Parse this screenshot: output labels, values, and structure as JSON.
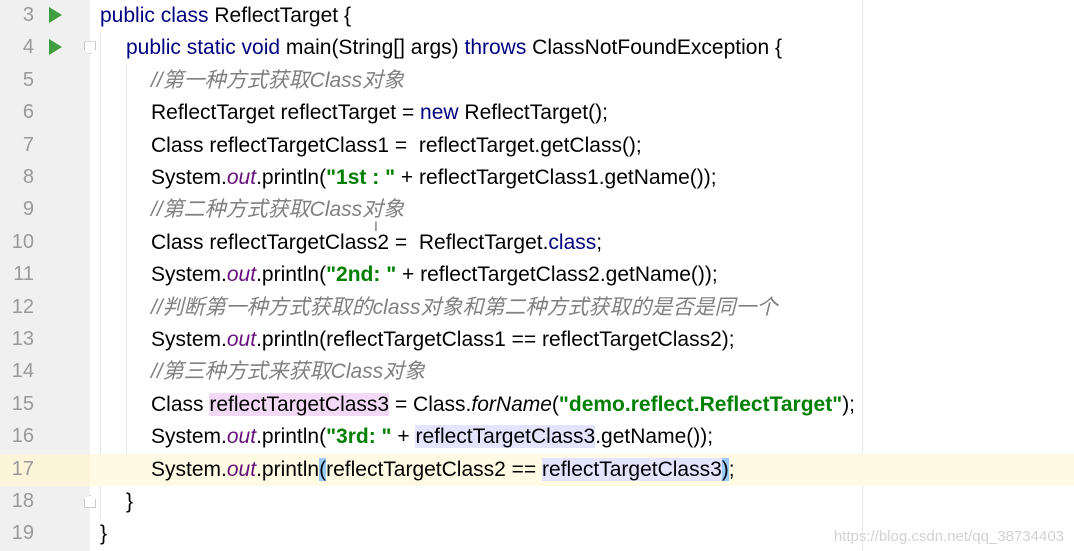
{
  "editor": {
    "lines": [
      {
        "num": "3",
        "run": true,
        "fold": "",
        "indent": 100,
        "current": false,
        "segments": [
          {
            "t": "kw",
            "v": "public class "
          },
          {
            "t": "",
            "v": "ReflectTarget {"
          }
        ]
      },
      {
        "num": "4",
        "run": true,
        "fold": "down",
        "indent": 126,
        "current": false,
        "segments": [
          {
            "t": "kw",
            "v": "public static void "
          },
          {
            "t": "",
            "v": "main(String[] args) "
          },
          {
            "t": "kw",
            "v": "throws "
          },
          {
            "t": "",
            "v": "ClassNotFoundException {"
          }
        ]
      },
      {
        "num": "5",
        "run": false,
        "fold": "",
        "indent": 151,
        "current": false,
        "segments": [
          {
            "t": "cm",
            "v": "//第一种方式获取Class对象"
          }
        ]
      },
      {
        "num": "6",
        "run": false,
        "fold": "",
        "indent": 151,
        "current": false,
        "segments": [
          {
            "t": "",
            "v": "ReflectTarget reflectTarget = "
          },
          {
            "t": "kw",
            "v": "new "
          },
          {
            "t": "",
            "v": "ReflectTarget();"
          }
        ]
      },
      {
        "num": "7",
        "run": false,
        "fold": "",
        "indent": 151,
        "current": false,
        "segments": [
          {
            "t": "",
            "v": "Class reflectTargetClass1 =  reflectTarget.getClass();"
          }
        ]
      },
      {
        "num": "8",
        "run": false,
        "fold": "",
        "indent": 151,
        "current": false,
        "segments": [
          {
            "t": "",
            "v": "System."
          },
          {
            "t": "fld",
            "v": "out"
          },
          {
            "t": "",
            "v": ".println("
          },
          {
            "t": "str",
            "v": "\"1st : \""
          },
          {
            "t": "",
            "v": " + reflectTargetClass1.getName());"
          }
        ]
      },
      {
        "num": "9",
        "run": false,
        "fold": "",
        "indent": 151,
        "current": false,
        "segments": [
          {
            "t": "cm",
            "v": "//第二种方式获取Class对象"
          }
        ]
      },
      {
        "num": "10",
        "run": false,
        "fold": "",
        "indent": 151,
        "current": false,
        "segments": [
          {
            "t": "",
            "v": "Class reflectTargetClass2 =  ReflectTarget."
          },
          {
            "t": "kw",
            "v": "class"
          },
          {
            "t": "",
            "v": ";"
          }
        ]
      },
      {
        "num": "11",
        "run": false,
        "fold": "",
        "indent": 151,
        "current": false,
        "segments": [
          {
            "t": "",
            "v": "System."
          },
          {
            "t": "fld",
            "v": "out"
          },
          {
            "t": "",
            "v": ".println("
          },
          {
            "t": "str",
            "v": "\"2nd: \""
          },
          {
            "t": "",
            "v": " + reflectTargetClass2.getName());"
          }
        ]
      },
      {
        "num": "12",
        "run": false,
        "fold": "",
        "indent": 151,
        "current": false,
        "segments": [
          {
            "t": "cm",
            "v": "//判断第一种方式获取的class对象和第二种方式获取的是否是同一个"
          }
        ]
      },
      {
        "num": "13",
        "run": false,
        "fold": "",
        "indent": 151,
        "current": false,
        "segments": [
          {
            "t": "",
            "v": "System."
          },
          {
            "t": "fld",
            "v": "out"
          },
          {
            "t": "",
            "v": ".println(reflectTargetClass1 == reflectTargetClass2);"
          }
        ]
      },
      {
        "num": "14",
        "run": false,
        "fold": "",
        "indent": 151,
        "current": false,
        "segments": [
          {
            "t": "cm",
            "v": "//第三种方式来获取Class对象"
          }
        ]
      },
      {
        "num": "15",
        "run": false,
        "fold": "",
        "indent": 151,
        "current": false,
        "segments": [
          {
            "t": "",
            "v": "Class "
          },
          {
            "t": "hl-pink",
            "v": "reflectTargetClass3"
          },
          {
            "t": "",
            "v": " = Class."
          },
          {
            "t": "st",
            "v": "forName"
          },
          {
            "t": "",
            "v": "("
          },
          {
            "t": "str",
            "v": "\"demo.reflect.ReflectTarget\""
          },
          {
            "t": "",
            "v": ");"
          }
        ]
      },
      {
        "num": "16",
        "run": false,
        "fold": "",
        "indent": 151,
        "current": false,
        "segments": [
          {
            "t": "",
            "v": "System."
          },
          {
            "t": "fld",
            "v": "out"
          },
          {
            "t": "",
            "v": ".println("
          },
          {
            "t": "str",
            "v": "\"3rd: \""
          },
          {
            "t": "",
            "v": " + "
          },
          {
            "t": "hl-blue",
            "v": "reflectTargetClass3"
          },
          {
            "t": "",
            "v": ".getName());"
          }
        ]
      },
      {
        "num": "17",
        "run": false,
        "fold": "",
        "indent": 151,
        "current": true,
        "segments": [
          {
            "t": "",
            "v": "System."
          },
          {
            "t": "fld",
            "v": "out"
          },
          {
            "t": "",
            "v": ".println"
          },
          {
            "t": "brace-hl",
            "v": "("
          },
          {
            "t": "",
            "v": "reflectTargetClass2 == "
          },
          {
            "t": "hl-blue",
            "v": "reflectTargetClass3"
          },
          {
            "t": "brace-hl",
            "v": ")"
          },
          {
            "t": "",
            "v": ";"
          }
        ]
      },
      {
        "num": "18",
        "run": false,
        "fold": "up",
        "indent": 126,
        "current": false,
        "segments": [
          {
            "t": "",
            "v": "}"
          }
        ]
      },
      {
        "num": "19",
        "run": false,
        "fold": "",
        "indent": 100,
        "current": false,
        "segments": [
          {
            "t": "",
            "v": "}"
          }
        ]
      }
    ]
  },
  "watermark": "https://blog.csdn.net/qq_38734403",
  "colors": {
    "keyword": "#000080",
    "comment": "#808080",
    "string": "#008000",
    "field": "#660e7a",
    "current_line": "#fffae3",
    "gutter": "#f0f0f0"
  }
}
